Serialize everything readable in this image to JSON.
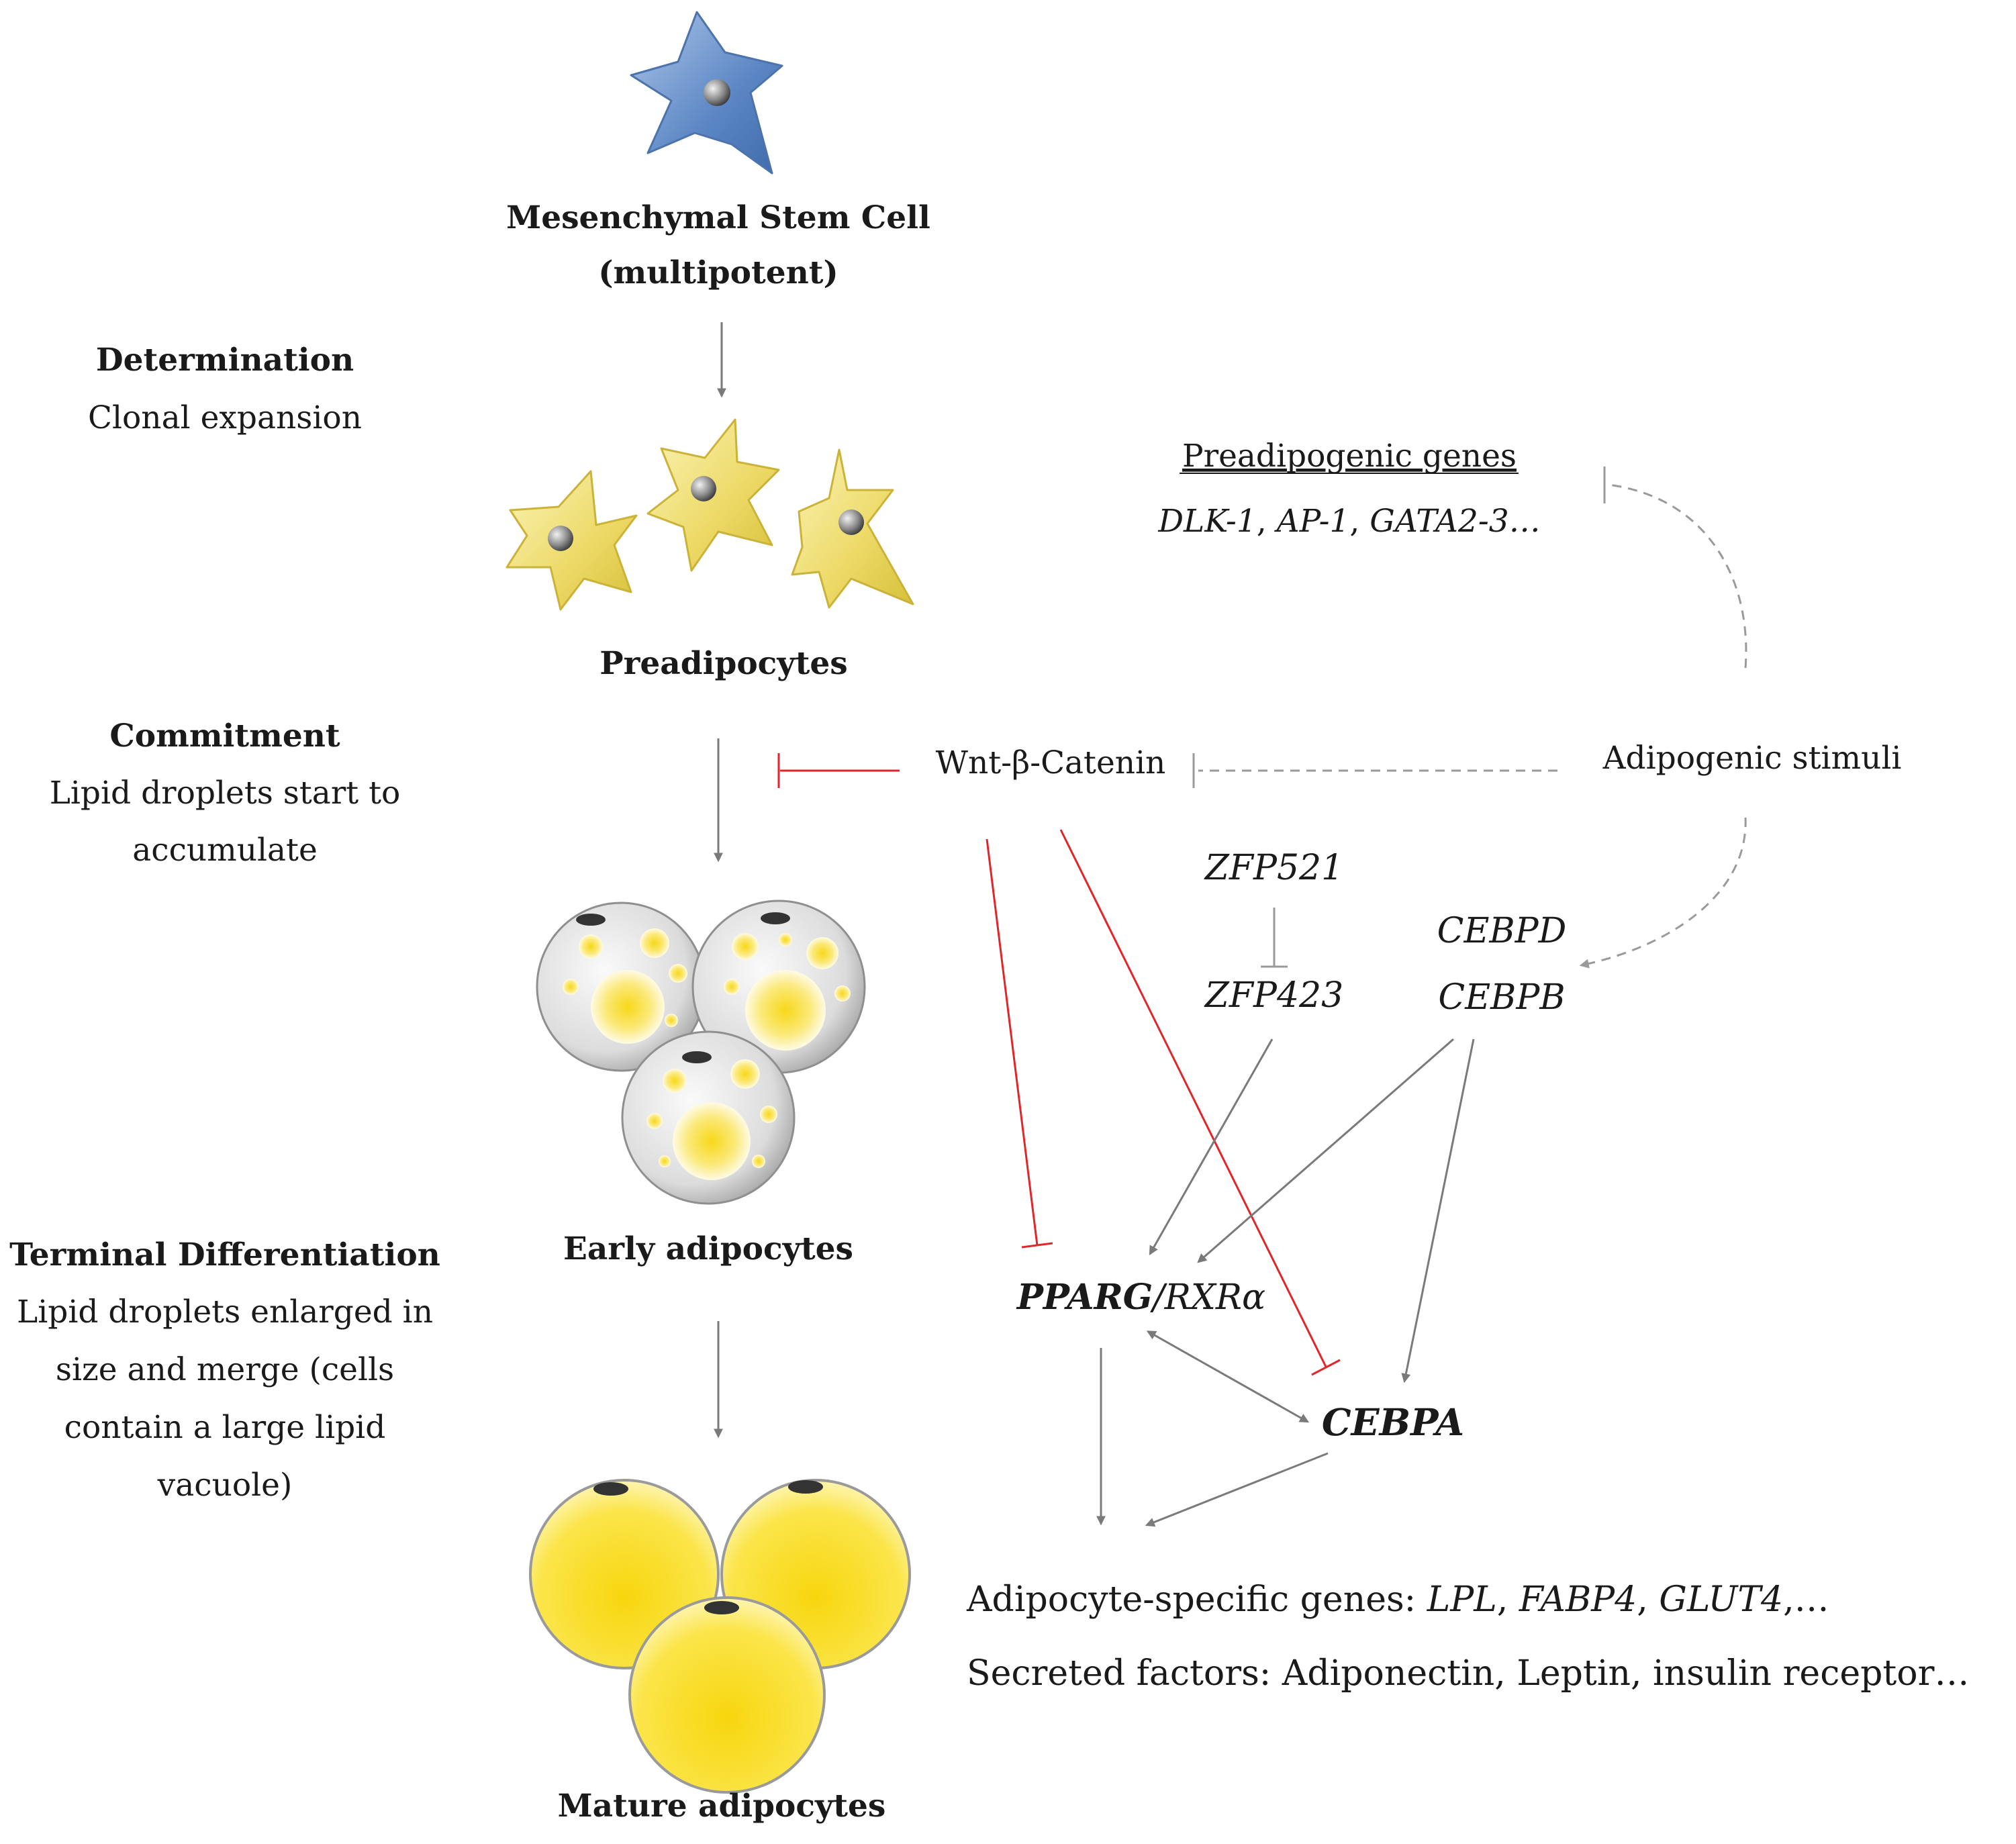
{
  "cells": {
    "msc": {
      "line1": "Mesenchymal Stem Cell",
      "line2": "(multipotent)"
    },
    "preadipocytes": "Preadipocytes",
    "early": "Early adipocytes",
    "mature": "Mature adipocytes"
  },
  "stages": {
    "determination": {
      "title": "Determination",
      "line1": "Clonal expansion"
    },
    "commitment": {
      "title": "Commitment",
      "line1": "Lipid droplets start to",
      "line2": "accumulate"
    },
    "terminal": {
      "title": "Terminal Differentiation",
      "line1": "Lipid droplets enlarged in",
      "line2": "size and merge (cells",
      "line3": "contain a large lipid",
      "line4": "vacuole)"
    }
  },
  "network": {
    "preadipogenic": {
      "title": "Preadipogenic genes",
      "g1": "DLK-1",
      "sep1": ", ",
      "g2": "AP-1",
      "sep2": ", ",
      "g3": "GATA2-3…"
    },
    "wnt": "Wnt-β-Catenin",
    "stimuli": "Adipogenic stimuli",
    "zfp521": "ZFP521",
    "zfp423": "ZFP423",
    "cebpd": "CEBPD",
    "cebpb": "CEBPB",
    "pparg": {
      "bold": "PPARG",
      "rest": "/RXRα"
    },
    "cebpa": "CEBPA",
    "specific": {
      "label": "Adipocyte-specific genes: ",
      "g1": "LPL",
      "sep1": ", ",
      "g2": "FABP4",
      "sep2": ", ",
      "g3": "GLUT4",
      "tail": ",…"
    },
    "secreted": "Secreted factors: Adiponectin, Leptin, insulin receptor…"
  },
  "colors": {
    "activation": "#7a7a7a",
    "inhibition": "#e0262b",
    "dashed": "#9a9a9a",
    "stem_cell": "#5b86c4",
    "preadipocyte": "#efe07a",
    "lipid": "#f7d81a"
  }
}
